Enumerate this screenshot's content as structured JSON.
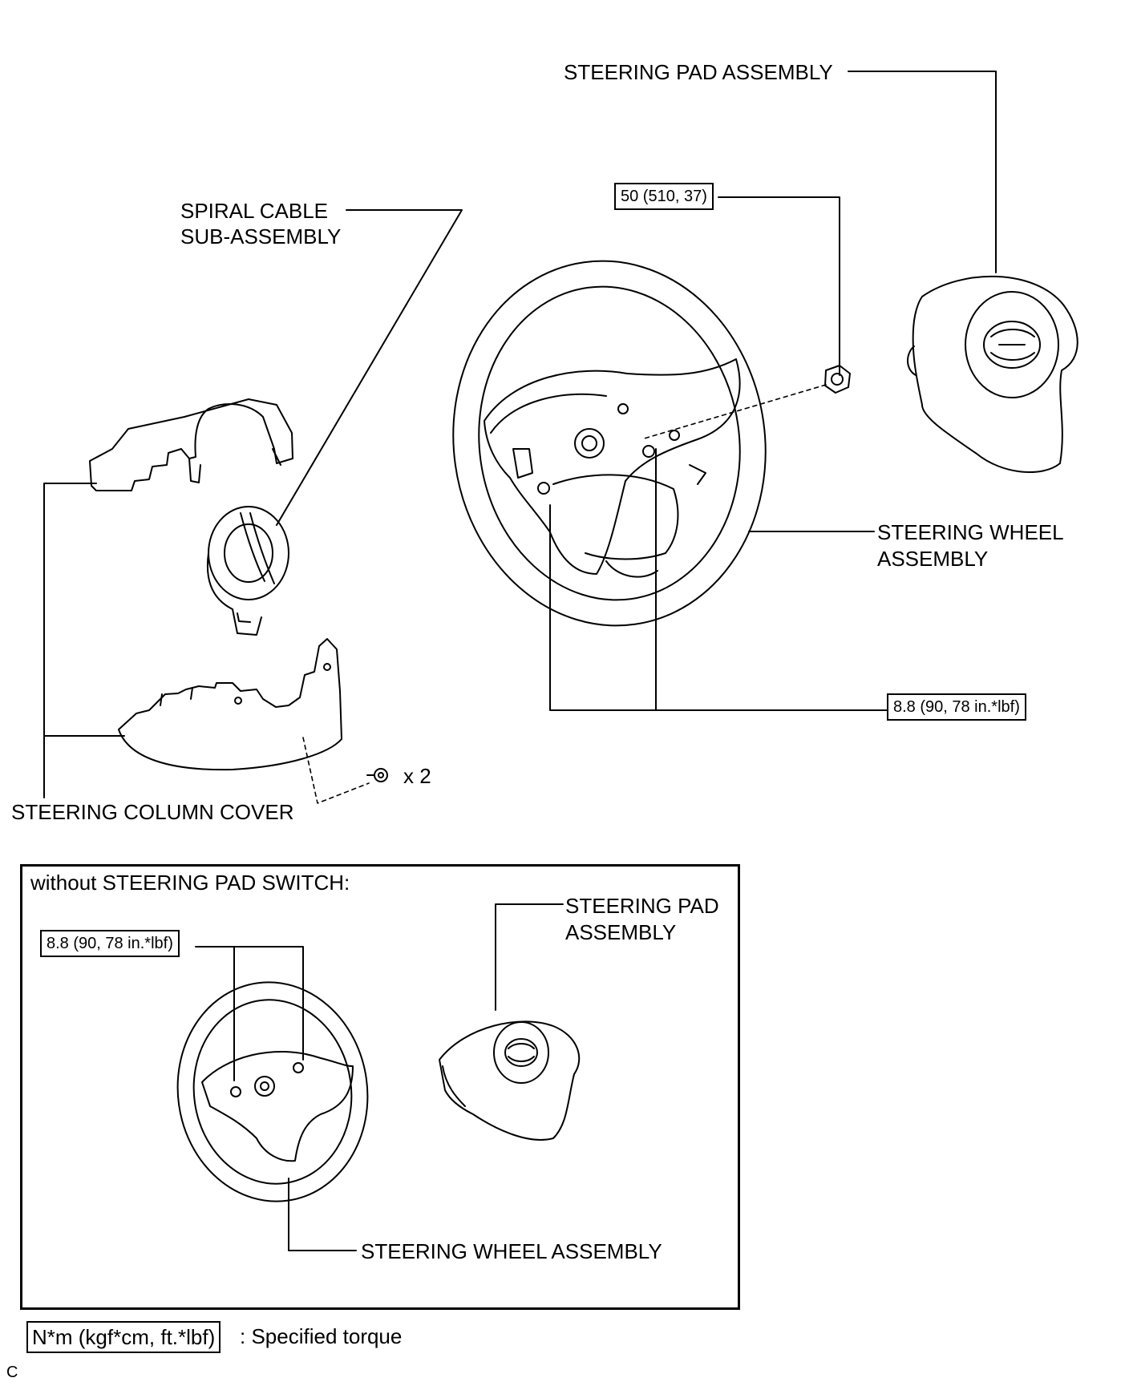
{
  "labels": {
    "steering_pad_assembly": "STEERING PAD ASSEMBLY",
    "spiral_cable_line1": "SPIRAL CABLE",
    "spiral_cable_line2": "SUB-ASSEMBLY",
    "steering_wheel_line1": "STEERING WHEEL",
    "steering_wheel_line2": "ASSEMBLY",
    "steering_column_cover": "STEERING COLUMN COVER",
    "screw_qty": "x 2"
  },
  "torque": {
    "nut": "50 (510, 37)",
    "wheel_screws": "8.8 (90, 78 in.*lbf)"
  },
  "inset": {
    "heading": "without STEERING  PAD SWITCH:",
    "torque": "8.8 (90, 78 in.*lbf)",
    "pad_line1": "STEERING PAD",
    "pad_line2": "ASSEMBLY",
    "wheel": "STEERING WHEEL ASSEMBLY"
  },
  "legend": {
    "unit": "N*m (kgf*cm, ft.*lbf)",
    "text": ": Specified torque"
  },
  "corner_code": "C"
}
